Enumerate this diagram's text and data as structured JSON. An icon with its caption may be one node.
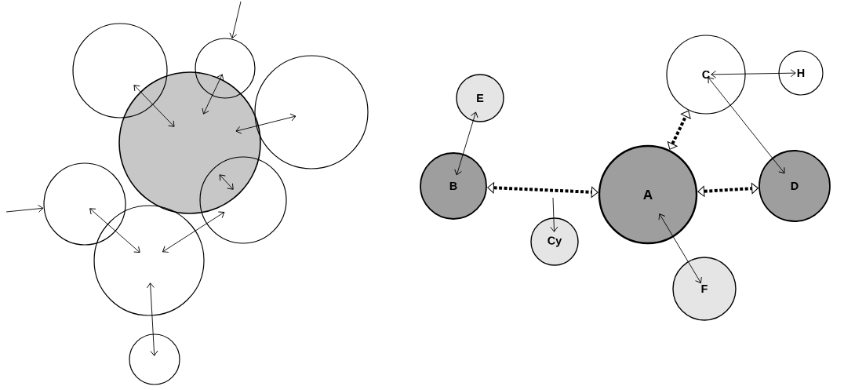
{
  "diagram": {
    "nodes": [
      {
        "text": [],
        "shape": "circle"
      },
      {
        "text": [],
        "shape": "circle"
      },
      {
        "text": [],
        "shape": "circle"
      },
      {
        "text": [],
        "shape": "circle"
      },
      {
        "text": [],
        "shape": "circle"
      },
      {
        "text": [],
        "shape": "circle"
      },
      {
        "text": [],
        "shape": "circle"
      },
      {
        "text": [],
        "shape": "circle"
      },
      {
        "text": [
          "E"
        ]
      },
      {
        "text": [
          "B"
        ]
      },
      {
        "text": [
          "Cy"
        ]
      },
      {
        "text": [
          "A"
        ]
      },
      {
        "text": [
          "C"
        ]
      },
      {
        "text": [
          "H"
        ]
      },
      {
        "text": [
          "D"
        ]
      },
      {
        "text": [
          "F"
        ]
      }
    ],
    "edges": [
      {
        "from": 0,
        "to": 3,
        "arrow": "both"
      },
      {
        "from": 1,
        "to": 3,
        "arrow": "both"
      },
      {
        "from": 3,
        "to": 2,
        "arrow": "both"
      },
      {
        "from": 3,
        "to": 5,
        "arrow": "both"
      },
      {
        "from": 4,
        "to": 6,
        "arrow": "both"
      },
      {
        "from": 5,
        "to": 6,
        "arrow": "both"
      },
      {
        "from": 6,
        "to": 7,
        "arrow": "both"
      },
      {
        "from": null,
        "to": 1,
        "arrow": "to"
      },
      {
        "from": null,
        "to": 4,
        "arrow": "to"
      },
      {
        "from": 8,
        "to": 9,
        "arrow": "both"
      },
      {
        "from": 9,
        "to": 11,
        "arrow": "both",
        "style": "dashed"
      },
      {
        "from": null,
        "to": 10,
        "arrow": "to"
      },
      {
        "from": 11,
        "to": 12,
        "arrow": "both",
        "style": "dashed"
      },
      {
        "from": 11,
        "to": 14,
        "arrow": "both",
        "style": "dashed"
      },
      {
        "from": 12,
        "to": 13,
        "arrow": "both"
      },
      {
        "from": 12,
        "to": 14,
        "arrow": "both"
      },
      {
        "from": 11,
        "to": 15,
        "arrow": "both"
      }
    ]
  }
}
